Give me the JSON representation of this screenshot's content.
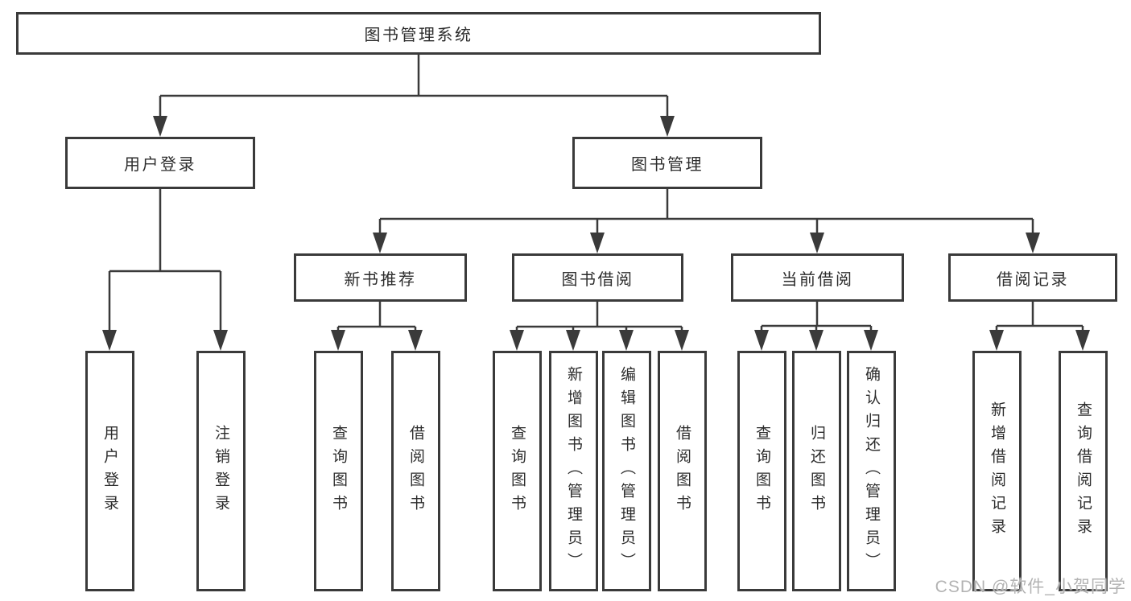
{
  "diagram": {
    "root": {
      "label": "图书管理系统"
    },
    "level2": [
      {
        "label": "用户登录",
        "children": [
          {
            "label": "用户登录"
          },
          {
            "label": "注销登录"
          }
        ]
      },
      {
        "label": "图书管理",
        "children": [
          {
            "label": "新书推荐",
            "children": [
              {
                "label": "查询图书"
              },
              {
                "label": "借阅图书"
              }
            ]
          },
          {
            "label": "图书借阅",
            "children": [
              {
                "label": "查询图书"
              },
              {
                "label": "新增图书（管理员）"
              },
              {
                "label": "编辑图书（管理员）"
              },
              {
                "label": "借阅图书"
              }
            ]
          },
          {
            "label": "当前借阅",
            "children": [
              {
                "label": "查询图书"
              },
              {
                "label": "归还图书"
              },
              {
                "label": "确认归还（管理员）"
              }
            ]
          },
          {
            "label": "借阅记录",
            "children": [
              {
                "label": "新增借阅记录"
              },
              {
                "label": "查询借阅记录"
              }
            ]
          }
        ]
      }
    ]
  },
  "watermark": {
    "text": "CSDN @软件_小贺同学"
  },
  "colors": {
    "line": "#3a3a3a",
    "text": "#2d2d2d",
    "watermark": "#b3b3b3",
    "background": "#ffffff"
  }
}
